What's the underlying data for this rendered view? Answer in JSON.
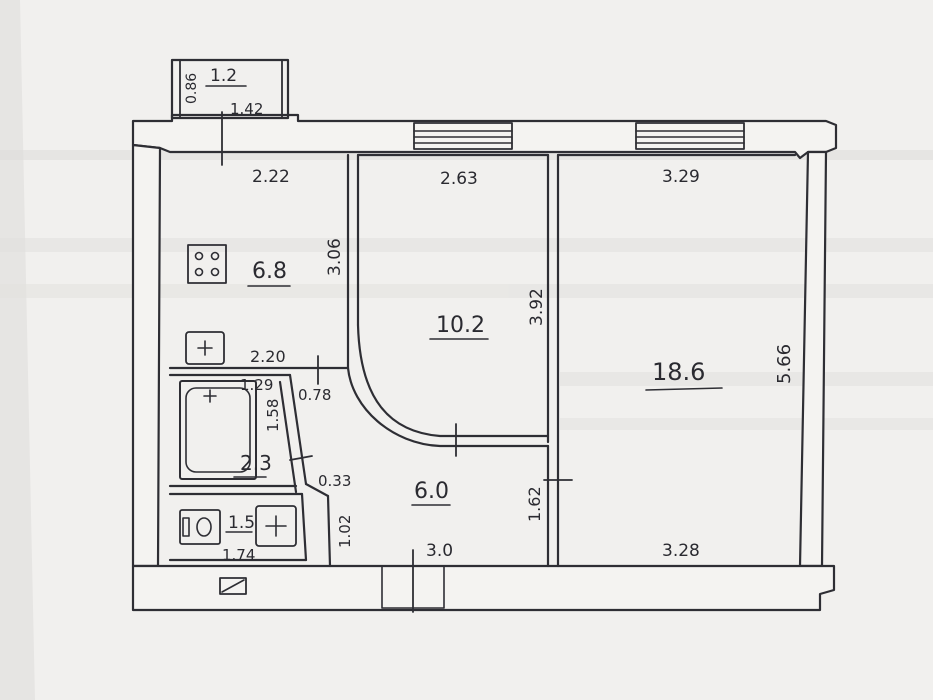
{
  "colors": {
    "paper": "#f1f0ee",
    "ink": "#2e2e34",
    "ghost_text": "#c9c8c6"
  },
  "balcony": {
    "area": "1.2",
    "width": "1.42",
    "depth": "0.86"
  },
  "kitchen": {
    "area": "6.8",
    "width": "2.22",
    "depth": "3.06",
    "bottom_width": "2.20",
    "icons": [
      "stove-icon",
      "sink-icon"
    ]
  },
  "room_middle": {
    "area": "10.2",
    "width": "2.63",
    "depth": "3.92"
  },
  "room_large": {
    "area": "18.6",
    "top_width": "3.29",
    "bottom_width": "3.28",
    "depth": "5.66"
  },
  "bathroom": {
    "area": "2.3",
    "width": "1.29",
    "depth": "1.58",
    "icons": [
      "bathtub-icon"
    ]
  },
  "toilet": {
    "area": "1.5",
    "width": "1.74",
    "icons": [
      "toilet-icon",
      "washbasin-icon"
    ]
  },
  "hall": {
    "area": "6.0",
    "width": "3.0",
    "left_depth": "1.02",
    "right_depth": "1.62",
    "jog_a": "0.78",
    "jog_b": "0.33"
  },
  "ventilation_icon": "vent-box-icon"
}
